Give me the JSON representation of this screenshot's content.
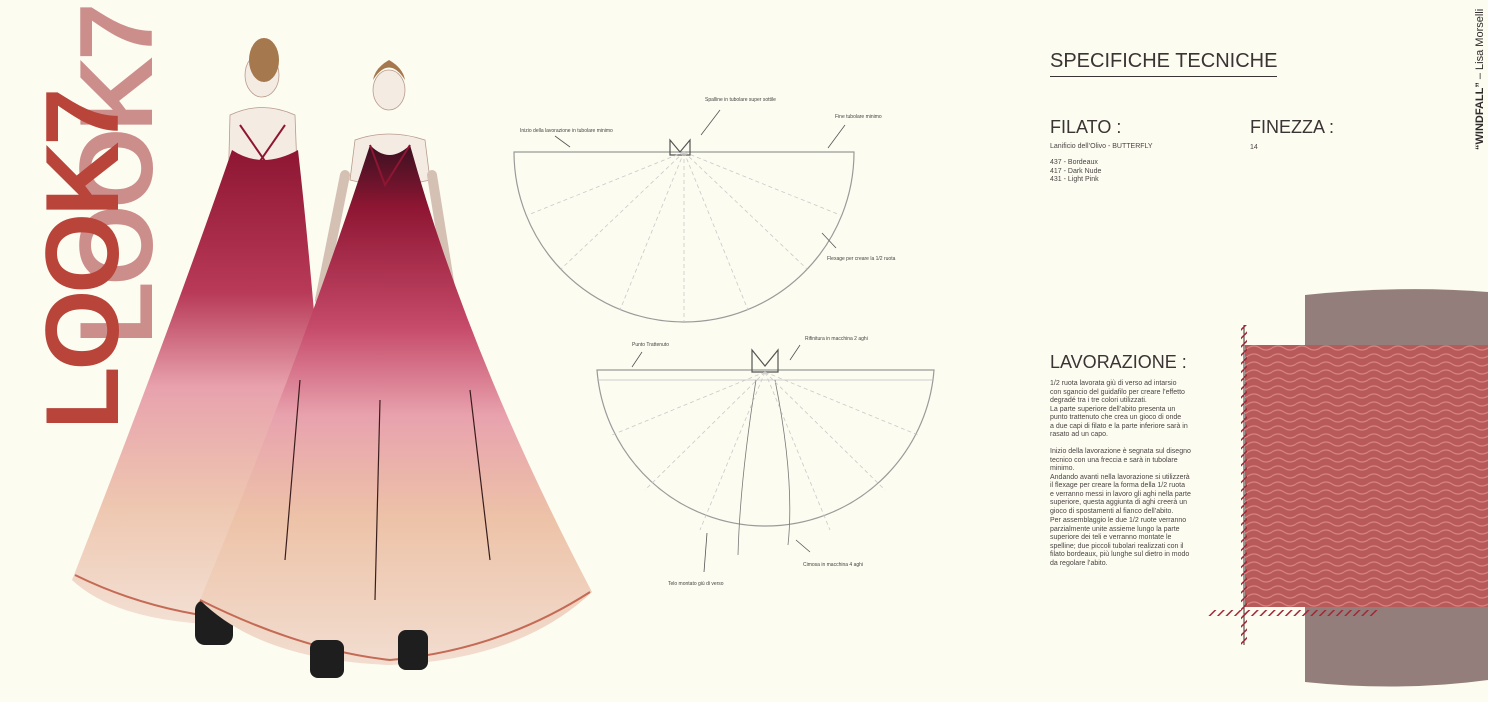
{
  "look": {
    "title": "LOOK7"
  },
  "credit": {
    "collection": "“WINDFALL”",
    "separator": " – ",
    "author": "Lisa Morselli"
  },
  "specs": {
    "title": "SPECIFICHE TECNICHE",
    "filato_heading": "FILATO :",
    "filato_brand": "Lanificio dell’Olivo - BUTTERFLY",
    "filato_colors": [
      "437 - Bordeaux",
      "417 - Dark Nude",
      "431 - Light Pink"
    ],
    "finezza_heading": "FINEZZA :",
    "finezza_value": "14",
    "lavorazione_heading": "LAVORAZIONE :",
    "lavorazione_paragraphs": [
      "1/2 ruota lavorata giù di verso ad intarsio\ncon sgancio del guidafilo per creare  l’effetto\ndegradé tra i tre colori utilizzati.\nLa parte superiore dell’abito presenta un\npunto trattenuto che crea un gioco di onde\na due capi di filato e la parte inferiore sarà in\nrasato ad un capo.",
      "Inizio della lavorazione è segnata sul disegno\ntecnico con una freccia e sarà in tubolare\nminimo.\nAndando avanti nella lavorazione si utilizzerà\nil flexage per creare la forma della 1/2 ruota\ne verranno messi in lavoro gli aghi nella parte\nsuperiore, questa aggiunta di aghi creerà un\ngioco di spostamenti al fianco dell’abito.",
      "Per assemblaggio le due 1/2 ruote verranno\nparzialmente unite assieme lungo la parte\nsuperiore dei teli e verranno montate le\nspelline; due piccoli tubolari realizzati con il\nfilato bordeaux, più lunghe sul dietro in modo\nda regolare l’abito."
    ]
  },
  "technical_labels": {
    "top": {
      "spalline": "Spalline in tubolare super sottile",
      "inizio": "Inizio della lavorazione in tubolare minimo",
      "fine": "Fine tubolare minimo",
      "flexage": "Flexage per creare la 1/2 ruota"
    },
    "bottom": {
      "punto": "Punto Trattenuto",
      "rifinitura": "Rifinitura in macchina 2 aghi",
      "telo": "Telo montato giù di verso",
      "cimosa": "Cimosa in macchina 4 aghi"
    }
  },
  "colors": {
    "background": "#fdfcf1",
    "bordeaux": "#8e1633",
    "dark_nude": "#e7b99c",
    "light_pink": "#e8a2ae",
    "text": "#3a3434",
    "look_red": "#b8443a"
  }
}
